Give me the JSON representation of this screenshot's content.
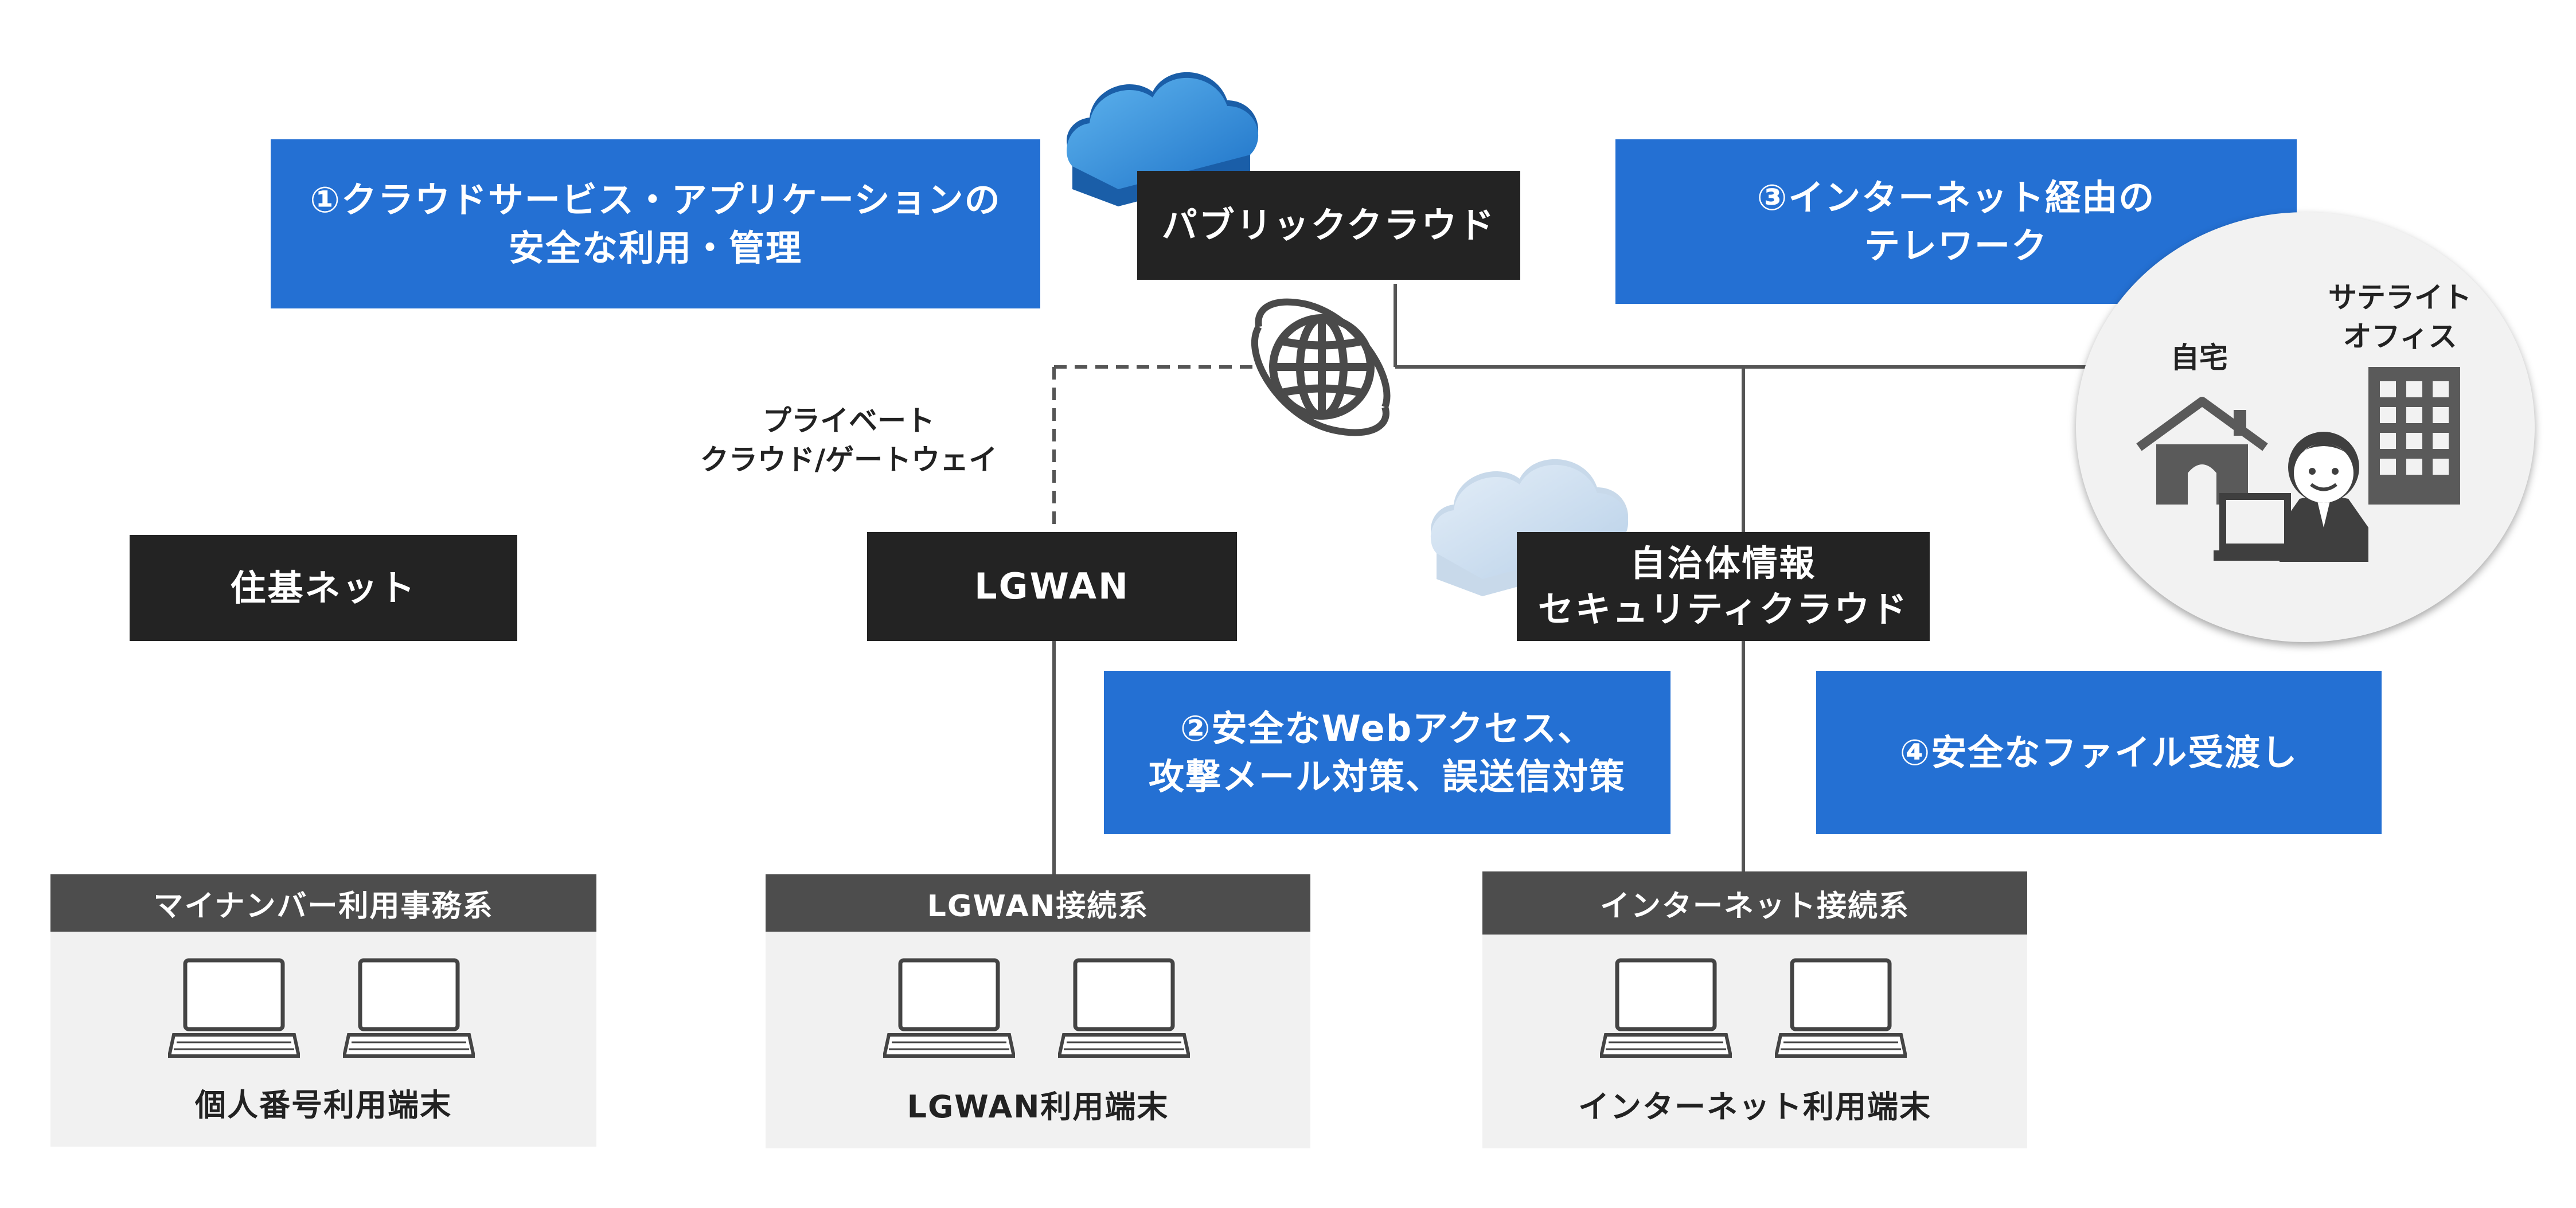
{
  "colors": {
    "blue": "#2470d3",
    "black": "#232323",
    "panel_head": "#4d4d4d",
    "panel_bg": "#f1f1f1",
    "line": "#555555"
  },
  "blue_boxes": {
    "b1": {
      "line1": "①クラウドサービス・アプリケーションの",
      "line2": "安全な利用・管理"
    },
    "b2": {
      "line1": "②安全なWebアクセス、",
      "line2": "攻撃メール対策、誤送信対策"
    },
    "b3": {
      "line1": "③インターネット経由の",
      "line2": "テレワーク"
    },
    "b4": {
      "line1": "④安全なファイル受渡し"
    }
  },
  "black_boxes": {
    "public_cloud": "パブリッククラウド",
    "juki_net": "住基ネット",
    "lgwan": "LGWAN",
    "security_cloud": {
      "line1": "自治体情報",
      "line2": "セキュリティクラウド"
    }
  },
  "labels": {
    "private_gateway": {
      "line1": "プライベート",
      "line2": "クラウド/ゲートウェイ"
    },
    "home": "自宅",
    "satellite": {
      "line1": "サテライト",
      "line2": "オフィス"
    }
  },
  "panels": [
    {
      "header": "マイナンバー利用事務系",
      "footer": "個人番号利用端末"
    },
    {
      "header": "LGWAN接続系",
      "footer": "LGWAN利用端末"
    },
    {
      "header": "インターネット接続系",
      "footer": "インターネット利用端末"
    }
  ],
  "icons": [
    "cloud-icon",
    "globe-icon",
    "house-icon",
    "office-building-icon",
    "person-icon",
    "laptop-icon"
  ]
}
